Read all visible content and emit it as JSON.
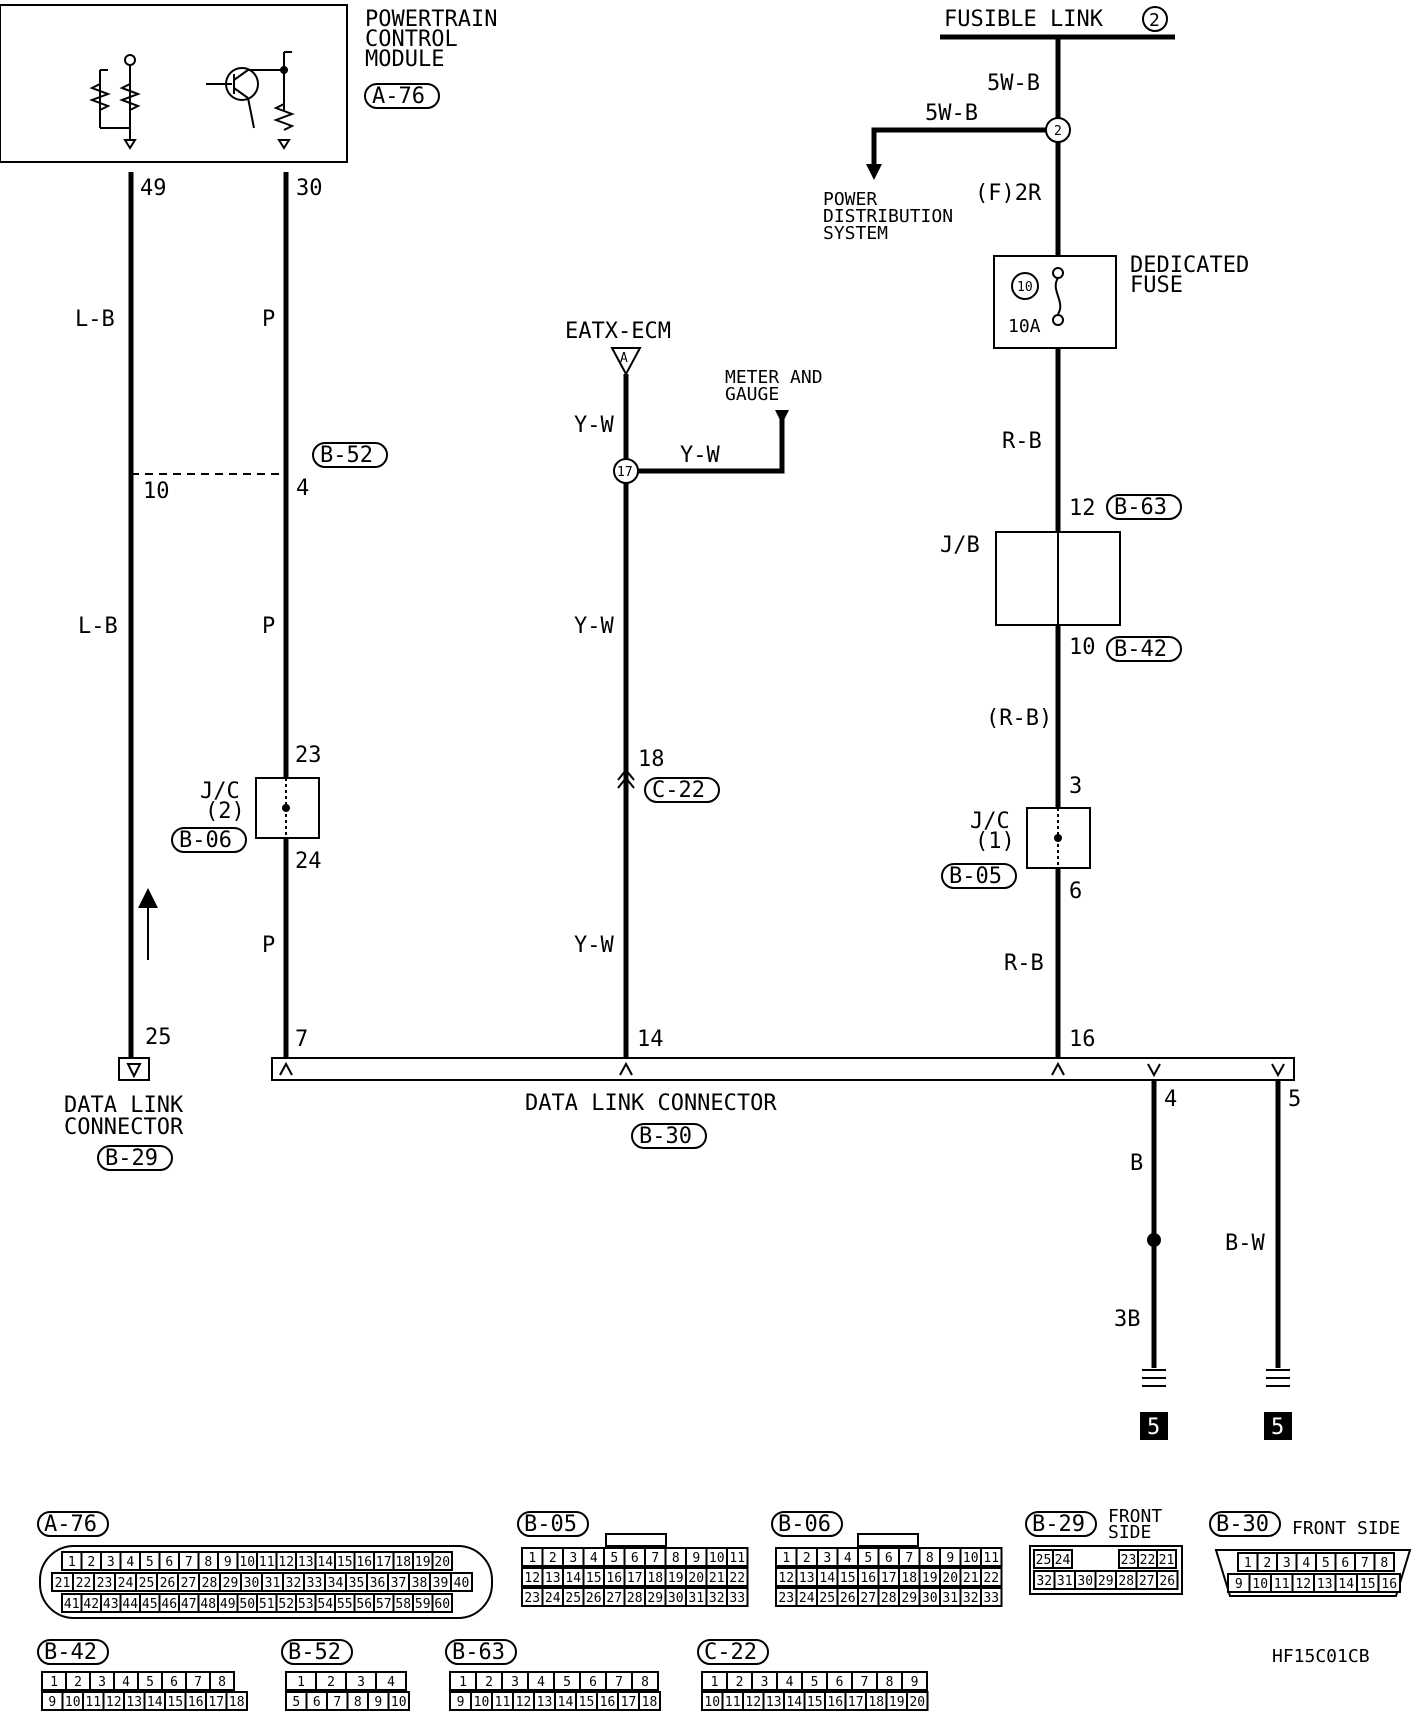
{
  "module": {
    "title_lines": [
      "POWERTRAIN",
      "CONTROL",
      "MODULE"
    ],
    "connector": "A-76",
    "pins": [
      "49",
      "30"
    ]
  },
  "fusible": {
    "title": "FUSIBLE LINK",
    "number": "2",
    "wire_top": "5W-B",
    "wire_branch": "5W-B",
    "splice": "2",
    "pds_lines": [
      "POWER",
      "DISTRIBUTION",
      "SYSTEM"
    ],
    "f_label": "(F)2R"
  },
  "fuse": {
    "title_lines": [
      "DEDICATED",
      "FUSE"
    ],
    "number": "10",
    "rating": "10A"
  },
  "eatx": {
    "title": "EATX-ECM",
    "connector_letter": "A",
    "meter_lines": [
      "METER AND",
      "GAUGE"
    ],
    "splice": "17"
  },
  "wires": {
    "lb": "L-B",
    "p": "P",
    "yw": "Y-W",
    "rb": "R-B",
    "rb_paren": "(R-B)",
    "b": "B",
    "bw": "B-W",
    "ground_code": "3B"
  },
  "connectors": {
    "b52": "B-52",
    "b63": "B-63",
    "b42": "B-42",
    "b05": "B-05",
    "b06": "B-06",
    "c22": "C-22",
    "b29": "B-29",
    "b30": "B-30"
  },
  "pins": {
    "b52_10": "10",
    "b52_4": "4",
    "b63_12": "12",
    "b42_10": "10",
    "jc2_in": "23",
    "jc2_out": "24",
    "c22_18": "18",
    "jc1_in": "3",
    "jc1_out": "6",
    "dlc_25": "25",
    "dlc_7": "7",
    "dlc_14": "14",
    "dlc_16": "16",
    "dlc_4": "4",
    "dlc_5": "5"
  },
  "jb": {
    "label": "J/B"
  },
  "jc2": {
    "label": "J/C",
    "sub": "(2)"
  },
  "jc1": {
    "label": "J/C",
    "sub": "(1)"
  },
  "dlc_b29": {
    "lines": [
      "DATA LINK",
      "CONNECTOR"
    ]
  },
  "dlc_b30": {
    "title": "DATA LINK CONNECTOR"
  },
  "ground": {
    "symbol": "5"
  },
  "legend": {
    "a76": {
      "label": "A-76",
      "row1": [
        "1",
        "2",
        "3",
        "4",
        "5",
        "6",
        "7",
        "8",
        "9",
        "10",
        "11",
        "12",
        "13",
        "14",
        "15",
        "16",
        "17",
        "18",
        "19",
        "20"
      ],
      "row2": [
        "21",
        "22",
        "23",
        "24",
        "25",
        "26",
        "27",
        "28",
        "29",
        "30",
        "31",
        "32",
        "33",
        "34",
        "35",
        "36",
        "37",
        "38",
        "39",
        "40"
      ],
      "row3": [
        "41",
        "42",
        "43",
        "44",
        "45",
        "46",
        "47",
        "48",
        "49",
        "50",
        "51",
        "52",
        "53",
        "54",
        "55",
        "56",
        "57",
        "58",
        "59",
        "60"
      ]
    },
    "b05": {
      "label": "B-05",
      "row1": [
        "1",
        "2",
        "3",
        "4",
        "5",
        "6",
        "7",
        "8",
        "9",
        "10",
        "11"
      ],
      "row2": [
        "12",
        "13",
        "14",
        "15",
        "16",
        "17",
        "18",
        "19",
        "20",
        "21",
        "22"
      ],
      "row3": [
        "23",
        "24",
        "25",
        "26",
        "27",
        "28",
        "29",
        "30",
        "31",
        "32",
        "33"
      ]
    },
    "b06": {
      "label": "B-06",
      "row1": [
        "1",
        "2",
        "3",
        "4",
        "5",
        "6",
        "7",
        "8",
        "9",
        "10",
        "11"
      ],
      "row2": [
        "12",
        "13",
        "14",
        "15",
        "16",
        "17",
        "18",
        "19",
        "20",
        "21",
        "22"
      ],
      "row3": [
        "23",
        "24",
        "25",
        "26",
        "27",
        "28",
        "29",
        "30",
        "31",
        "32",
        "33"
      ]
    },
    "b29": {
      "label": "B-29",
      "side_lines": [
        "FRONT",
        "SIDE"
      ],
      "row1": [
        "25",
        "24",
        "23",
        "22",
        "21"
      ],
      "row2": [
        "32",
        "31",
        "30",
        "29",
        "28",
        "27",
        "26"
      ]
    },
    "b30": {
      "label": "B-30",
      "side": "FRONT SIDE",
      "row1": [
        "1",
        "2",
        "3",
        "4",
        "5",
        "6",
        "7",
        "8"
      ],
      "row2": [
        "9",
        "10",
        "11",
        "12",
        "13",
        "14",
        "15",
        "16"
      ]
    },
    "b42": {
      "label": "B-42",
      "row1": [
        "1",
        "2",
        "3",
        "4",
        "5",
        "6",
        "7",
        "8"
      ],
      "row2": [
        "9",
        "10",
        "11",
        "12",
        "13",
        "14",
        "15",
        "16",
        "17",
        "18"
      ]
    },
    "b52": {
      "label": "B-52",
      "row1": [
        "1",
        "2",
        "3",
        "4"
      ],
      "row2": [
        "5",
        "6",
        "7",
        "8",
        "9",
        "10"
      ]
    },
    "b63": {
      "label": "B-63",
      "row1": [
        "1",
        "2",
        "3",
        "4",
        "5",
        "6",
        "7",
        "8"
      ],
      "row2": [
        "9",
        "10",
        "11",
        "12",
        "13",
        "14",
        "15",
        "16",
        "17",
        "18"
      ]
    },
    "c22": {
      "label": "C-22",
      "row1": [
        "1",
        "2",
        "3",
        "4",
        "5",
        "6",
        "7",
        "8",
        "9"
      ],
      "row2": [
        "10",
        "11",
        "12",
        "13",
        "14",
        "15",
        "16",
        "17",
        "18",
        "19",
        "20"
      ]
    }
  },
  "figure_code": "HF15C01CB"
}
